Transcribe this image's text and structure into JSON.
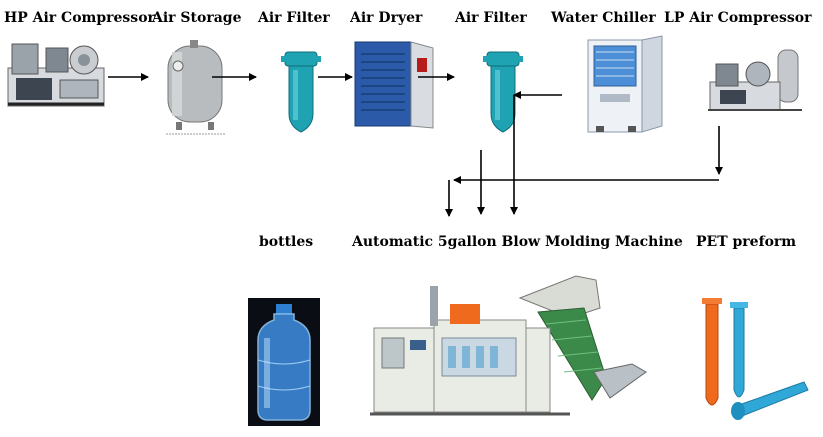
{
  "labels": {
    "hp_compressor": "HP Air Compressor",
    "air_storage": "Air Storage",
    "air_filter_1": "Air Filter",
    "air_dryer": "Air Dryer",
    "air_filter_2": "Air Filter",
    "water_chiller": "Water Chiller",
    "lp_compressor": "LP Air Compressor",
    "bottles": "bottles",
    "machine": "Automatic 5gallon Blow Molding Machine",
    "preform": "PET preform"
  },
  "equipment_icons": [
    "hp-air-compressor-icon",
    "air-storage-tank-icon",
    "air-filter-icon",
    "air-dryer-icon",
    "water-chiller-icon",
    "lp-air-compressor-icon",
    "water-bottle-icon",
    "blow-molding-machine-icon",
    "pet-preform-icon"
  ],
  "colors": {
    "filter": "#1fa3b3",
    "tank": "#b8bcbf",
    "dryer": "#2a5aa8",
    "chiller": "#4d8fd6",
    "preform_orange": "#f06a1e",
    "preform_blue": "#2fa8d8",
    "machine_body": "#e9ece4",
    "machine_accent": "#3c8a4a"
  }
}
